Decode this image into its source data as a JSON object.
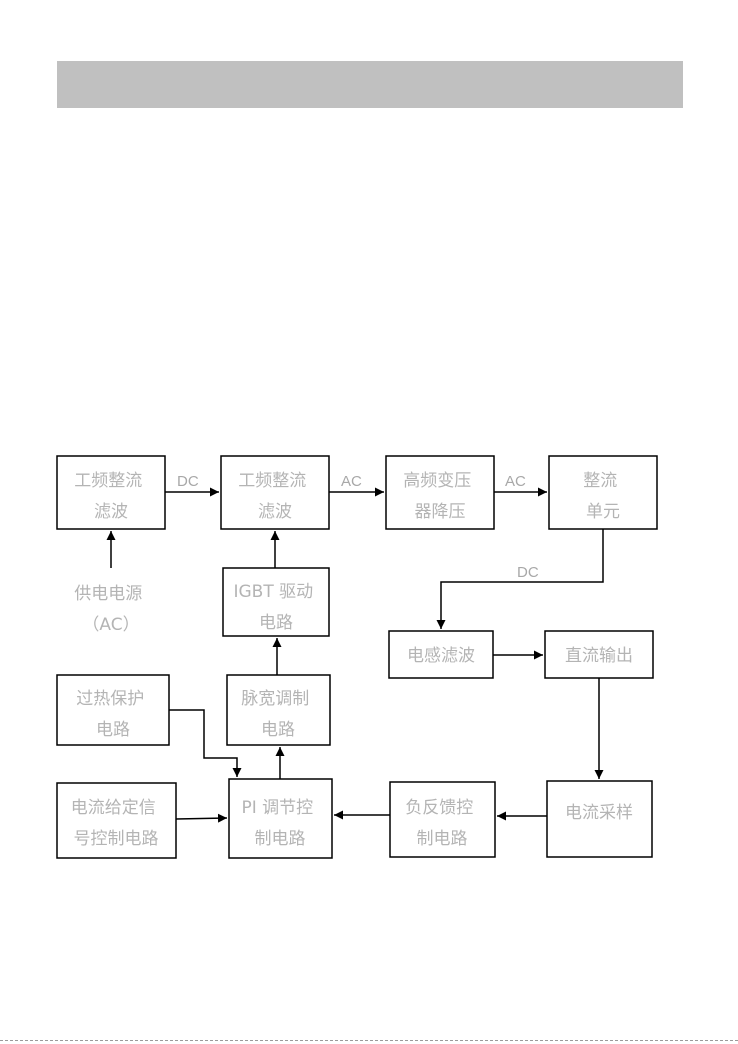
{
  "nodes": {
    "n1": [
      "工频整流",
      "滤波"
    ],
    "n2": [
      "工频整流",
      "滤波"
    ],
    "n3": [
      "高频变压",
      "器降压"
    ],
    "n4": [
      "整流",
      "单元"
    ],
    "supply": [
      "供电电源",
      "（AC）"
    ],
    "igbt": [
      "IGBT 驱动",
      "电路"
    ],
    "ind": [
      "电感滤波"
    ],
    "dcout": [
      "直流输出"
    ],
    "over": [
      "过热保护",
      "电路"
    ],
    "pwm": [
      "脉宽调制",
      "电路"
    ],
    "cur": [
      "电流给定信",
      "号控制电路"
    ],
    "pi": [
      "PI 调节控",
      "制电路"
    ],
    "neg": [
      "负反馈控",
      "制电路"
    ],
    "samp": [
      "电流采样"
    ]
  },
  "edge_labels": {
    "dc1": "DC",
    "ac1": "AC",
    "ac2": "AC",
    "dc2": "DC"
  }
}
